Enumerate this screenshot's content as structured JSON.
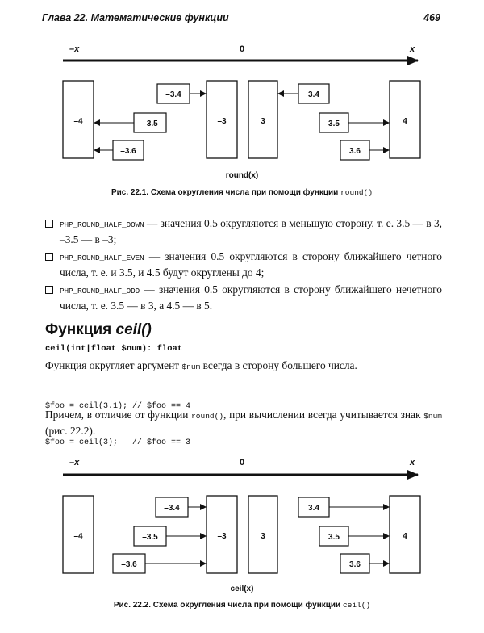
{
  "header": {
    "title": "Глава 22. Математические функции",
    "page_number": "469"
  },
  "figure1": {
    "axis_left": "–x",
    "axis_center": "0",
    "axis_right": "x",
    "block_neg4": "–4",
    "block_neg3": "–3",
    "block_3": "3",
    "block_4": "4",
    "box_neg3_4": "–3.4",
    "box_neg3_5": "–3.5",
    "box_neg3_6": "–3.6",
    "box_3_4": "3.4",
    "box_3_5": "3.5",
    "box_3_6": "3.6",
    "function_label": "round(x)",
    "caption_text": "Рис. 22.1. Схема округления числа при помощи функции ",
    "caption_code": "round()"
  },
  "list_items": [
    {
      "code": "PHP_ROUND_HALF_DOWN",
      "text": " — значения 0.5 округляются в меньшую сторону, т. е. 3.5 — в 3, –3.5 — в –3;"
    },
    {
      "code": "PHP_ROUND_HALF_EVEN",
      "text": " — значения 0.5 округляются в сторону ближайшего четного числа, т. е. и 3.5, и 4.5 будут округлены до 4;"
    },
    {
      "code": "PHP_ROUND_HALF_ODD",
      "text": " — значения 0.5 округляются в сторону ближайшего нечетного числа, т. е. 3.5 — в 3, а 4.5 — в 5."
    }
  ],
  "section": {
    "heading_prefix": "Функция ",
    "heading_name": "ceil()",
    "signature": "ceil(int|float $num): float",
    "para1_before": "Функция округляет аргумент ",
    "para1_code": "$num",
    "para1_after": " всегда в сторону большего числа.",
    "code_line1": "$foo = ceil(3.1); // $foo == 4",
    "code_line2": "$foo = ceil(3);   // $foo == 3",
    "para2_before": "Причем, в отличие от функции ",
    "para2_code": "round()",
    "para2_mid": ", при вычислении всегда учитывается знак ",
    "para2_code2": "$num",
    "para2_after": " (рис. 22.2)."
  },
  "figure2": {
    "axis_left": "–x",
    "axis_center": "0",
    "axis_right": "x",
    "block_neg4": "–4",
    "block_neg3": "–3",
    "block_3": "3",
    "block_4": "4",
    "box_neg3_4": "–3.4",
    "box_neg3_5": "–3.5",
    "box_neg3_6": "–3.6",
    "box_3_4": "3.4",
    "box_3_5": "3.5",
    "box_3_6": "3.6",
    "function_label": "ceil(x)",
    "caption_text": "Рис. 22.2. Схема округления числа при помощи функции ",
    "caption_code": "ceil()"
  }
}
